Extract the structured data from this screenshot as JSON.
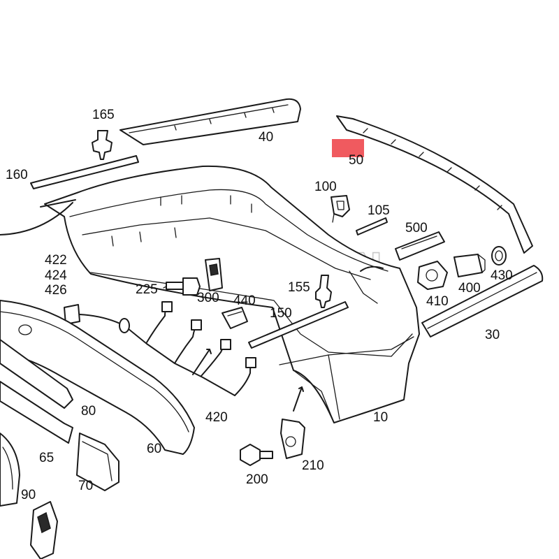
{
  "callouts": {
    "c10": "10",
    "c30": "30",
    "c40": "40",
    "c50": "50",
    "c60": "60",
    "c65": "65",
    "c70": "70",
    "c80": "80",
    "c90": "90",
    "c100": "100",
    "c105": "105",
    "c150": "150",
    "c155": "155",
    "c160": "160",
    "c165": "165",
    "c200": "200",
    "c210": "210",
    "c225": "225",
    "c300": "300",
    "c400": "400",
    "c410": "410",
    "c420": "420",
    "c422": "422",
    "c424": "424",
    "c426": "426",
    "c430": "430",
    "c440": "440",
    "c500": "500"
  },
  "watermark": "BOBSUN",
  "colors": {
    "line": "#1a1a1a",
    "marker": "#f05a5f",
    "watermark": "#c9c9c9"
  }
}
